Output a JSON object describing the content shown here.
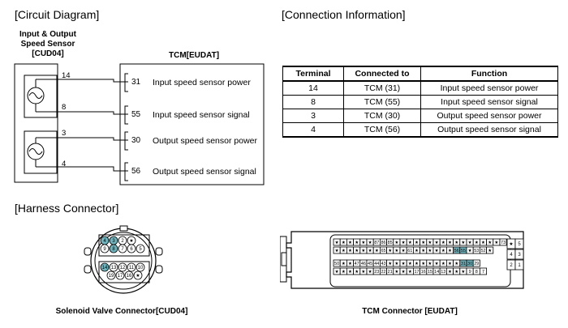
{
  "circuit": {
    "title": "[Circuit Diagram]",
    "sensor_title_line1": "Input & Output",
    "sensor_title_line2": "Speed Sensor",
    "sensor_title_line3": "[CUD04]",
    "tcm_title": "TCM[EUDAT]",
    "pins": [
      "14",
      "8",
      "3",
      "4"
    ],
    "tcm_terminals": [
      "31",
      "55",
      "30",
      "56"
    ],
    "functions": [
      "Input speed sensor power",
      "Input speed sensor signal",
      "Output speed sensor power",
      "Output speed sensor signal"
    ]
  },
  "connection_info": {
    "title": "[Connection Information]",
    "headers": [
      "Terminal",
      "Connected to",
      "Function"
    ],
    "rows": [
      [
        "14",
        "TCM (31)",
        "Input speed sensor power"
      ],
      [
        "8",
        "TCM (55)",
        "Input speed sensor signal"
      ],
      [
        "3",
        "TCM (30)",
        "Output speed sensor power"
      ],
      [
        "4",
        "TCM (56)",
        "Output speed sensor signal"
      ]
    ]
  },
  "harness": {
    "title": "[Harness Connector]",
    "solenoid_caption": "Solenoid Valve Connector[CUD04]",
    "tcm_caption": "TCM Connector [EUDAT]",
    "solenoid_pins": {
      "row1": [
        "4",
        "3",
        "2",
        "★"
      ],
      "row2": [
        "9",
        "8",
        "7",
        "6",
        "5"
      ],
      "row3": [
        "14",
        "13",
        "12",
        "11",
        "10"
      ],
      "row4": [
        "19",
        "17",
        "16",
        "★"
      ]
    },
    "tcm_rows": {
      "r1": [
        "★",
        "★",
        "★",
        "★",
        "★",
        "★",
        "87",
        "86",
        "85",
        "★",
        "★",
        "★",
        "★",
        "★",
        "★",
        "★",
        "★",
        "★",
        "★",
        "★",
        "★",
        "★",
        "★",
        "★",
        "★",
        "73"
      ],
      "r2": [
        "★",
        "★",
        "★",
        "★",
        "★",
        "★",
        "★",
        "65",
        "★",
        "★",
        "★",
        "61",
        "★",
        "★",
        "★",
        "★",
        "★",
        "★",
        "56",
        "55",
        "★",
        "53",
        "52",
        "★"
      ],
      "r3": [
        "50",
        "★",
        "★",
        "47",
        "46",
        "45",
        "44",
        "43",
        "★",
        "★",
        "★",
        "★",
        "★",
        "★",
        "★",
        "★",
        "★",
        "★",
        "★",
        "31",
        "30",
        "29"
      ],
      "r4": [
        "★",
        "★",
        "★",
        "★",
        "★",
        "★",
        "23",
        "22",
        "21",
        "★",
        "★",
        "★",
        "17",
        "16",
        "15",
        "14",
        "13",
        "★",
        "★",
        "★",
        "9",
        "8",
        "7"
      ],
      "side": [
        "★",
        "5",
        "4",
        "3",
        "2",
        "1"
      ]
    },
    "highlight_color": "#6fb3bd"
  }
}
